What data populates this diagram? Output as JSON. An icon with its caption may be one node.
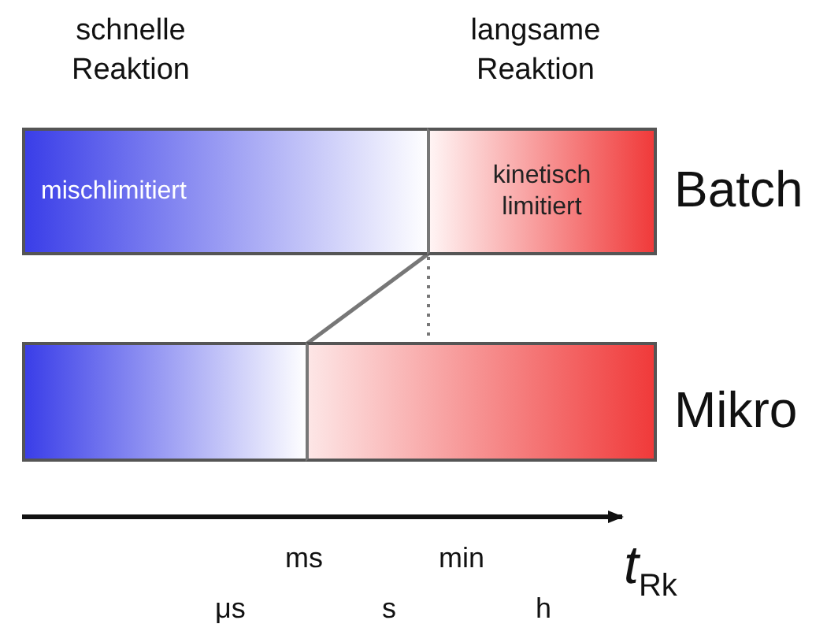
{
  "diagram": {
    "nodes": [
      {
        "text": [
          "mischlimitiert"
        ]
      },
      {
        "text": [
          "kinetisch limitiert"
        ]
      },
      {
        "text": [],
        "shape": "bar"
      },
      {
        "text": [],
        "shape": "bar"
      }
    ],
    "labels": [
      "schnelle Reaktion",
      "langsame Reaktion",
      "Batch",
      "Mikro",
      "ms",
      "min",
      "*t*$_{Rk}$",
      "μs",
      "s",
      "h"
    ]
  }
}
